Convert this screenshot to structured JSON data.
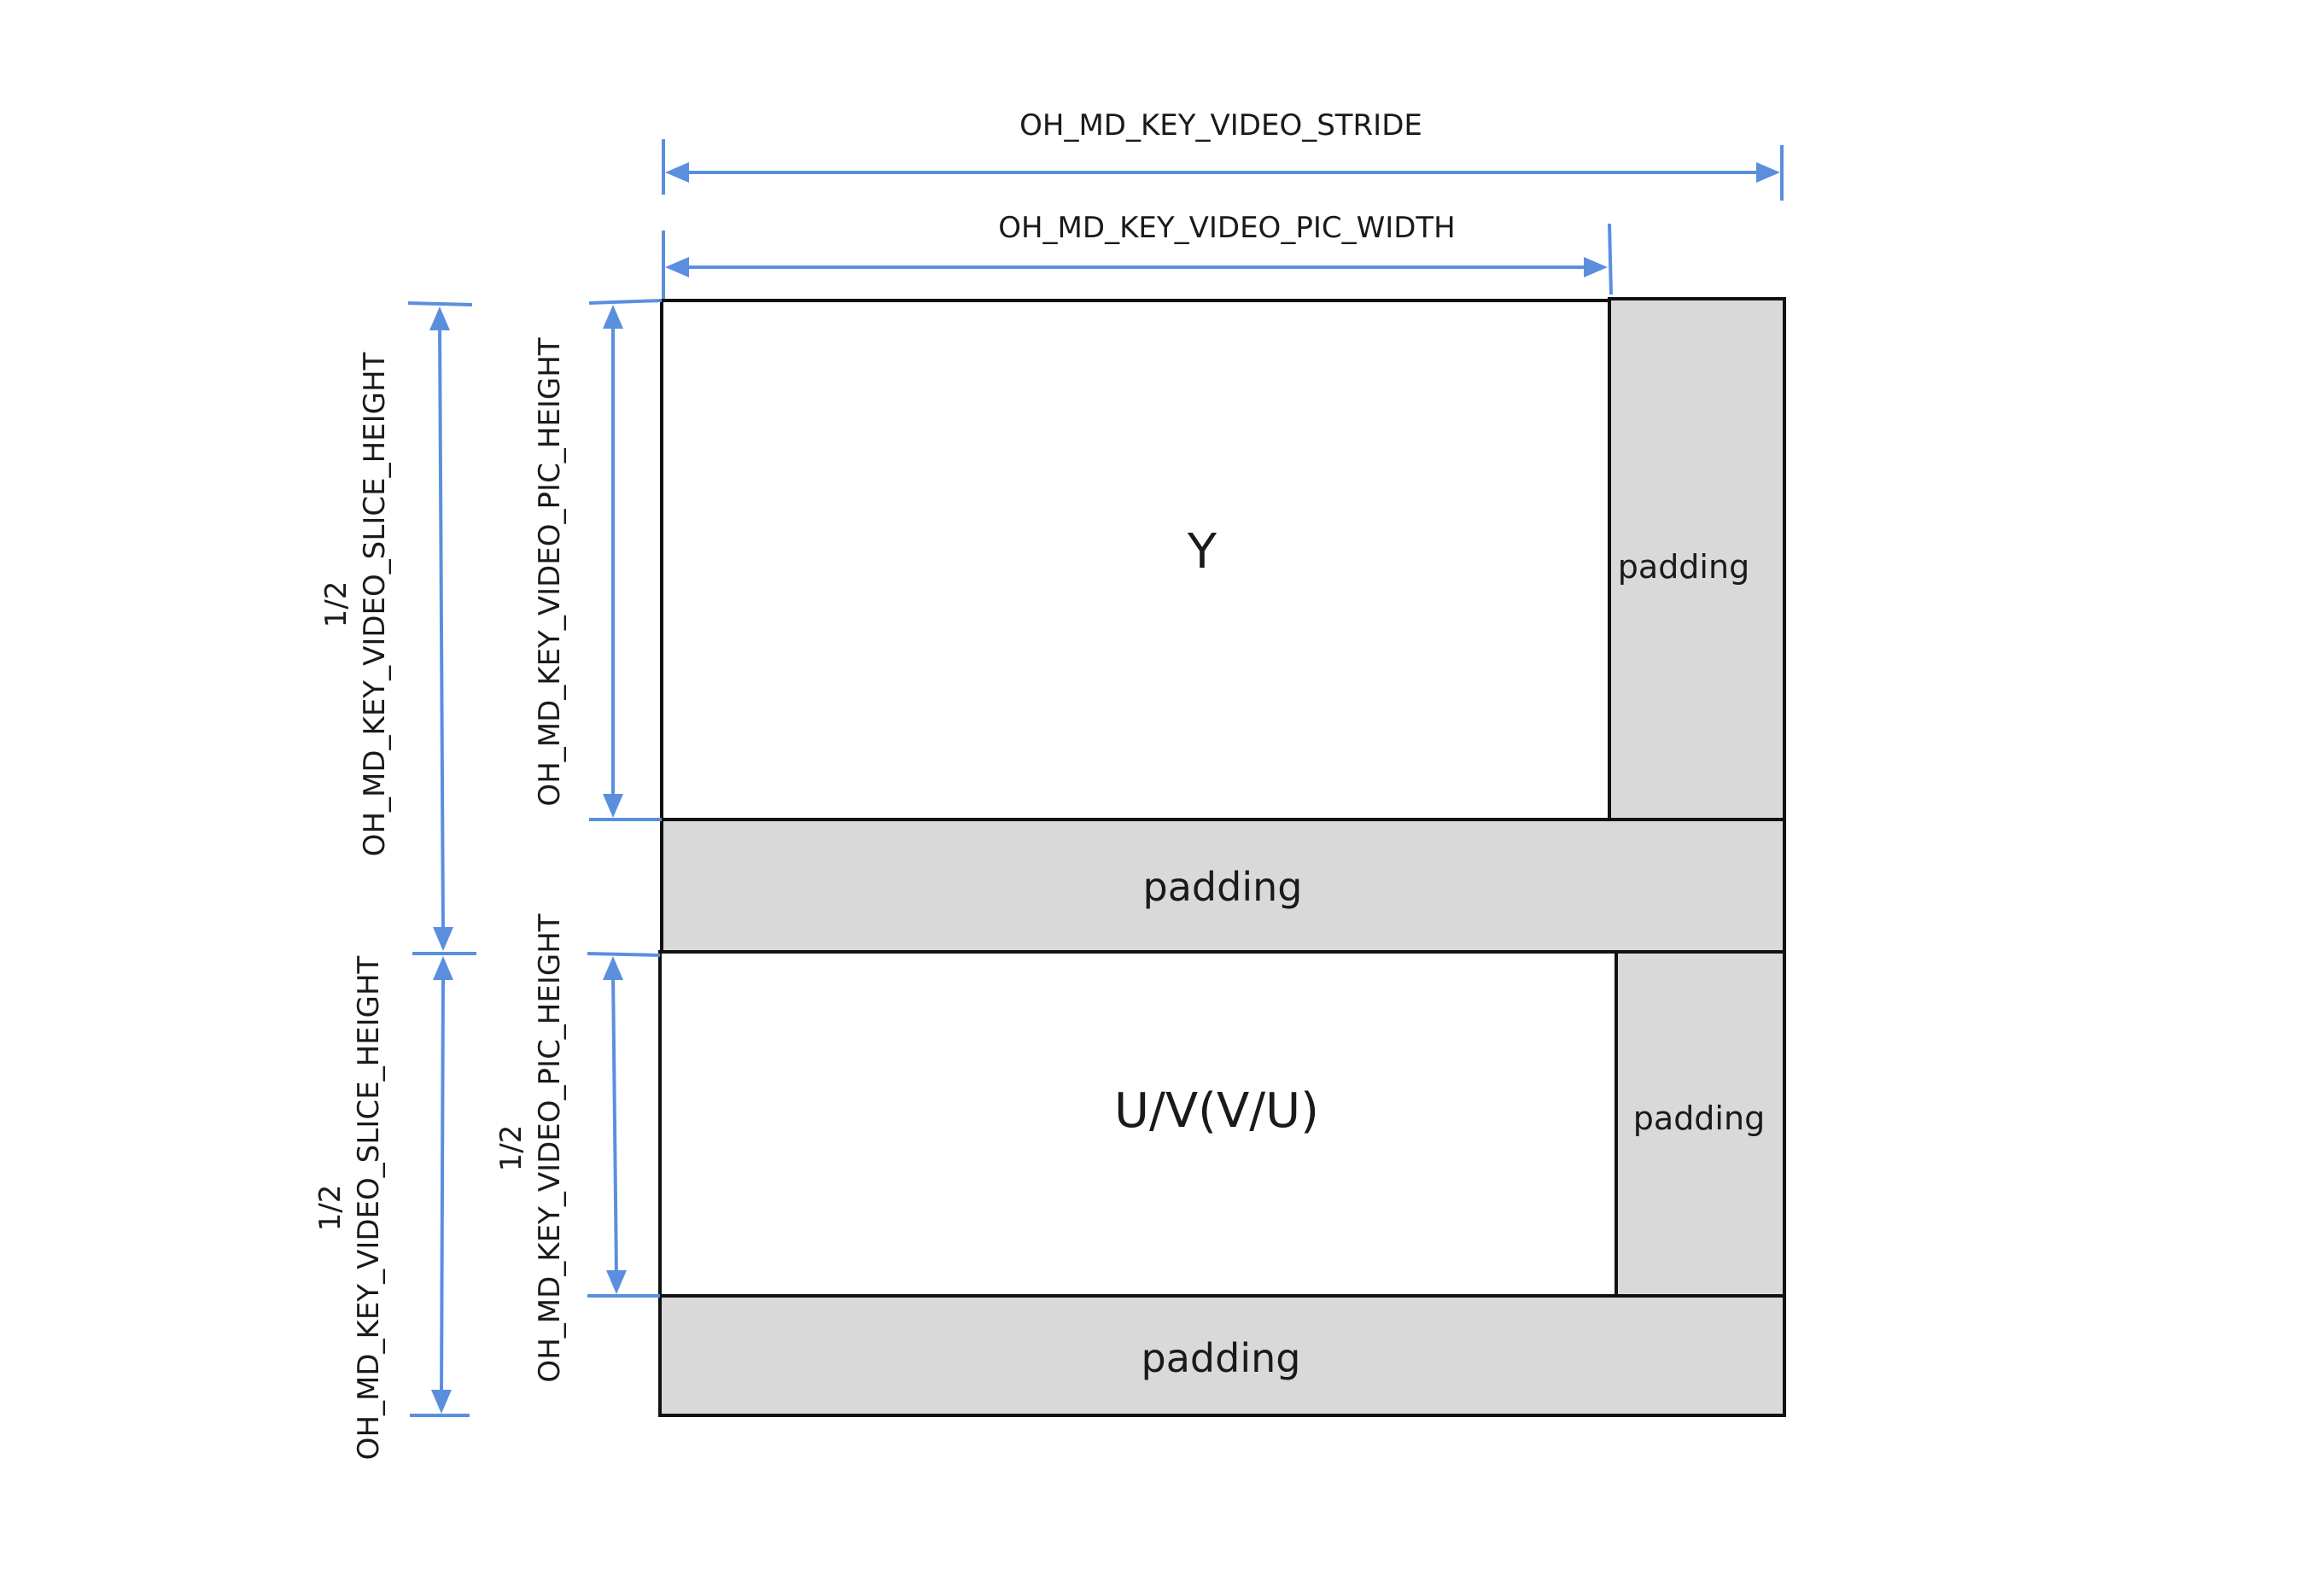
{
  "colors": {
    "dimension": "#5b8fde",
    "padding_fill": "#d9d9d9",
    "plane_fill": "#ffffff",
    "outline": "#111111"
  },
  "dimensions": {
    "stride": "OH_MD_KEY_VIDEO_STRIDE",
    "pic_width": "OH_MD_KEY_VIDEO_PIC_WIDTH",
    "y_pic_height": "OH_MD_KEY_VIDEO_PIC_HEIGHT",
    "y_slice_height": "OH_MD_KEY_VIDEO_SLICE_HEIGHT",
    "y_slice_height_factor": "1/2",
    "uv_slice_height": "OH_MD_KEY_VIDEO_SLICE_HEIGHT",
    "uv_slice_height_factor": "1/2",
    "uv_pic_height": "OH_MD_KEY_VIDEO_PIC_HEIGHT",
    "uv_pic_height_factor": "1/2"
  },
  "planes": {
    "y_label": "Y",
    "uv_label": "U/V(V/U)"
  },
  "paddings": {
    "y_right": "padding",
    "y_bottom": "padding",
    "uv_right": "padding",
    "uv_bottom": "padding"
  }
}
